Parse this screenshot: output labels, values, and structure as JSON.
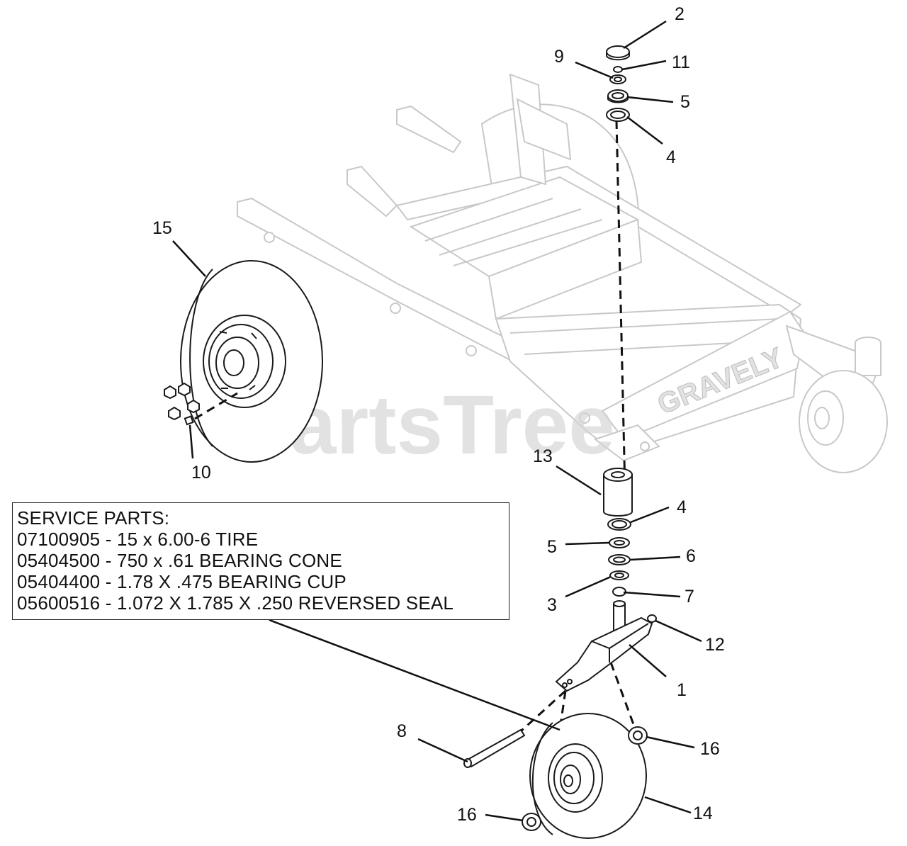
{
  "watermark": "PartsTree",
  "service_parts": {
    "heading": "SERVICE PARTS:",
    "lines": [
      "07100905 - 15 x 6.00-6 TIRE",
      "05404500 - 750 x .61 BEARING CONE",
      "05404400 - 1.78 X .475 BEARING CUP",
      "05600516 - 1.072 X 1.785 X .250 REVERSED SEAL"
    ]
  },
  "frame_brand": "GRAVELY",
  "callouts": {
    "c1": "1",
    "c2": "2",
    "c3": "3",
    "c4a": "4",
    "c4b": "4",
    "c5a": "5",
    "c5b": "5",
    "c6": "6",
    "c7": "7",
    "c8": "8",
    "c9": "9",
    "c10": "10",
    "c11": "11",
    "c12": "12",
    "c13": "13",
    "c14": "14",
    "c15": "15",
    "c16a": "16",
    "c16b": "16"
  }
}
